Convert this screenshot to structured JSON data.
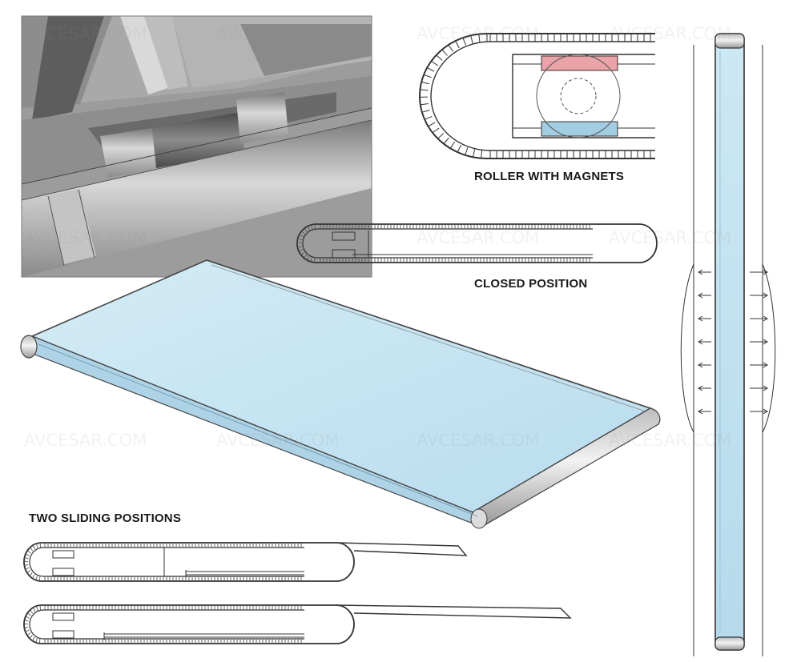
{
  "labels": {
    "roller": "ROLLER WITH MAGNETS",
    "closed": "CLOSED POSITION",
    "sliding": "TWO SLIDING POSITIONS"
  },
  "watermark": "AVCESAR.COM",
  "colors": {
    "screen_blue": "#c6e3f1",
    "magnet_red": "#eaa3a7",
    "magnet_blue": "#a3cde3",
    "render_gray": "#8b8b8b",
    "line": "#333333"
  }
}
